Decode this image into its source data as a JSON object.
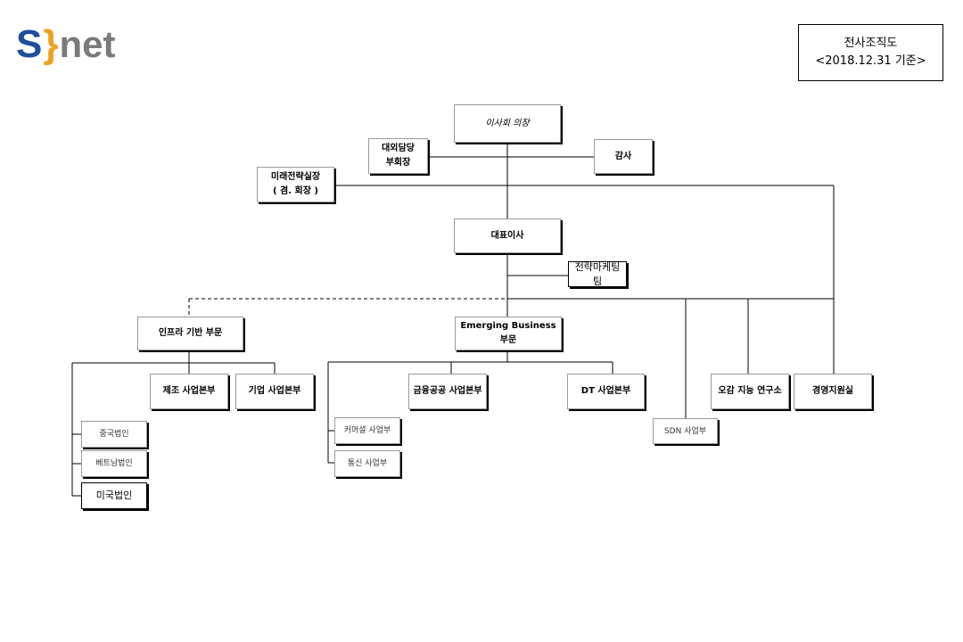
{
  "logo": {
    "s": "S",
    "brace": "}",
    "net": "net"
  },
  "header": {
    "title_line1": "전사조직도",
    "title_line2": "<2018.12.31 기준>"
  },
  "nodes": {
    "board_chair": "이사회 의장",
    "external_vp_line1": "대외담당",
    "external_vp_line2": "부회장",
    "audit": "감사",
    "future_strategy_line1": "미래전략실장",
    "future_strategy_line2": "( 겸. 회장 )",
    "ceo": "대표이사",
    "strategic_marketing": "전략마케팅팀",
    "infra_division": "인프라 기반 부문",
    "emerging_division": "Emerging Business 부문",
    "manufacturing_hq": "제조 사업본부",
    "enterprise_hq": "기업 사업본부",
    "china_corp": "중국법인",
    "vietnam_corp": "베트남법인",
    "us_corp": "미국법인",
    "finance_public_hq": "금융공공 사업본부",
    "dt_hq": "DT 사업본부",
    "commercial_div": "커머셜 사업부",
    "telecom_div": "통신 사업부",
    "sdn_div": "SDN 사업부",
    "ai_lab": "오감 지능 연구소",
    "management_support": "경영지원실"
  }
}
